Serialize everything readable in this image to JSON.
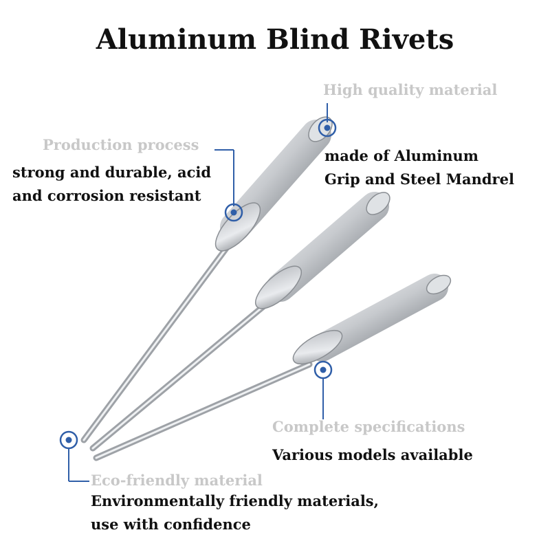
{
  "title": "Aluminum Blind Rivets",
  "callouts": {
    "quality": {
      "heading": "High quality material",
      "lines": [
        "made of Aluminum",
        "Grip and Steel Mandrel"
      ]
    },
    "process": {
      "heading": "Production process",
      "lines": [
        "strong and durable, acid",
        "and corrosion resistant"
      ]
    },
    "specs": {
      "heading": "Complete specifications",
      "lines": [
        "Various models available"
      ]
    },
    "eco": {
      "heading": "Eco-friendly material",
      "lines": [
        "Environmentally friendly materials,",
        "use with confidence"
      ]
    }
  },
  "colors": {
    "accent": "#2f5ea8",
    "heading": "#c8c8c8",
    "text": "#111111",
    "metal": "#c9ccd0"
  }
}
